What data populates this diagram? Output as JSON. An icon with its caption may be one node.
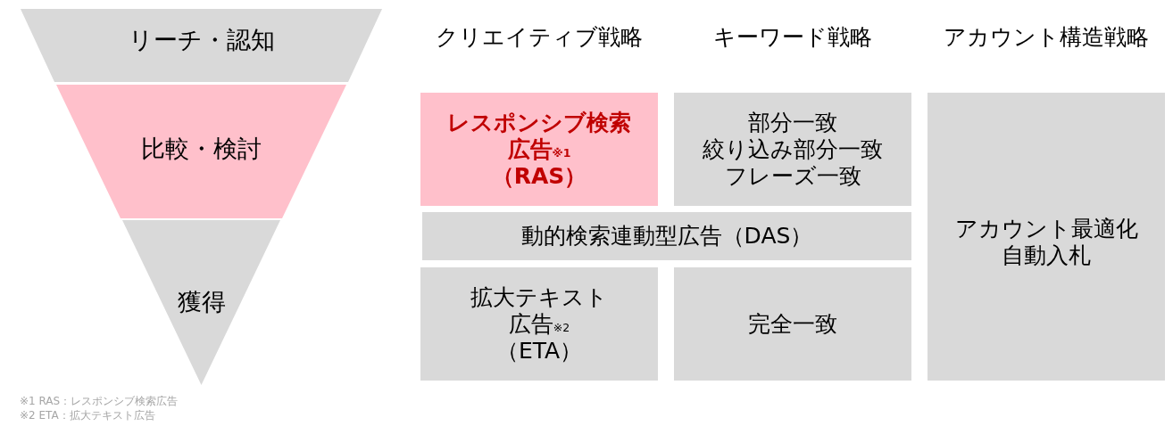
{
  "diagram": {
    "nodes": [
      {
        "text": [
          "リーチ・認知"
        ]
      },
      {
        "text": [
          "比較・検討"
        ]
      },
      {
        "text": [
          "獲得"
        ]
      },
      {
        "text": [
          "レスポンシブ検索広告$_{※1}$",
          "（RAS）"
        ]
      },
      {
        "text": [
          "部分一致",
          "絞り込み部分一致",
          "フレーズ一致"
        ]
      },
      {
        "text": [
          "アカウント最適化",
          "自動入札"
        ]
      },
      {
        "text": [
          "動的検索連動型広告（DAS）"
        ]
      },
      {
        "text": [
          "拡大テキスト広告$_{※2}$",
          "（ETA）"
        ]
      },
      {
        "text": [
          "完全一致"
        ]
      }
    ],
    "labels": [
      "クリエイティブ戦略",
      "キーワード戦略",
      "アカウント構造戦略",
      "※1 RAS：レスポンシブ検索広告",
      "※2 ETA：拡大テキスト広告"
    ]
  }
}
